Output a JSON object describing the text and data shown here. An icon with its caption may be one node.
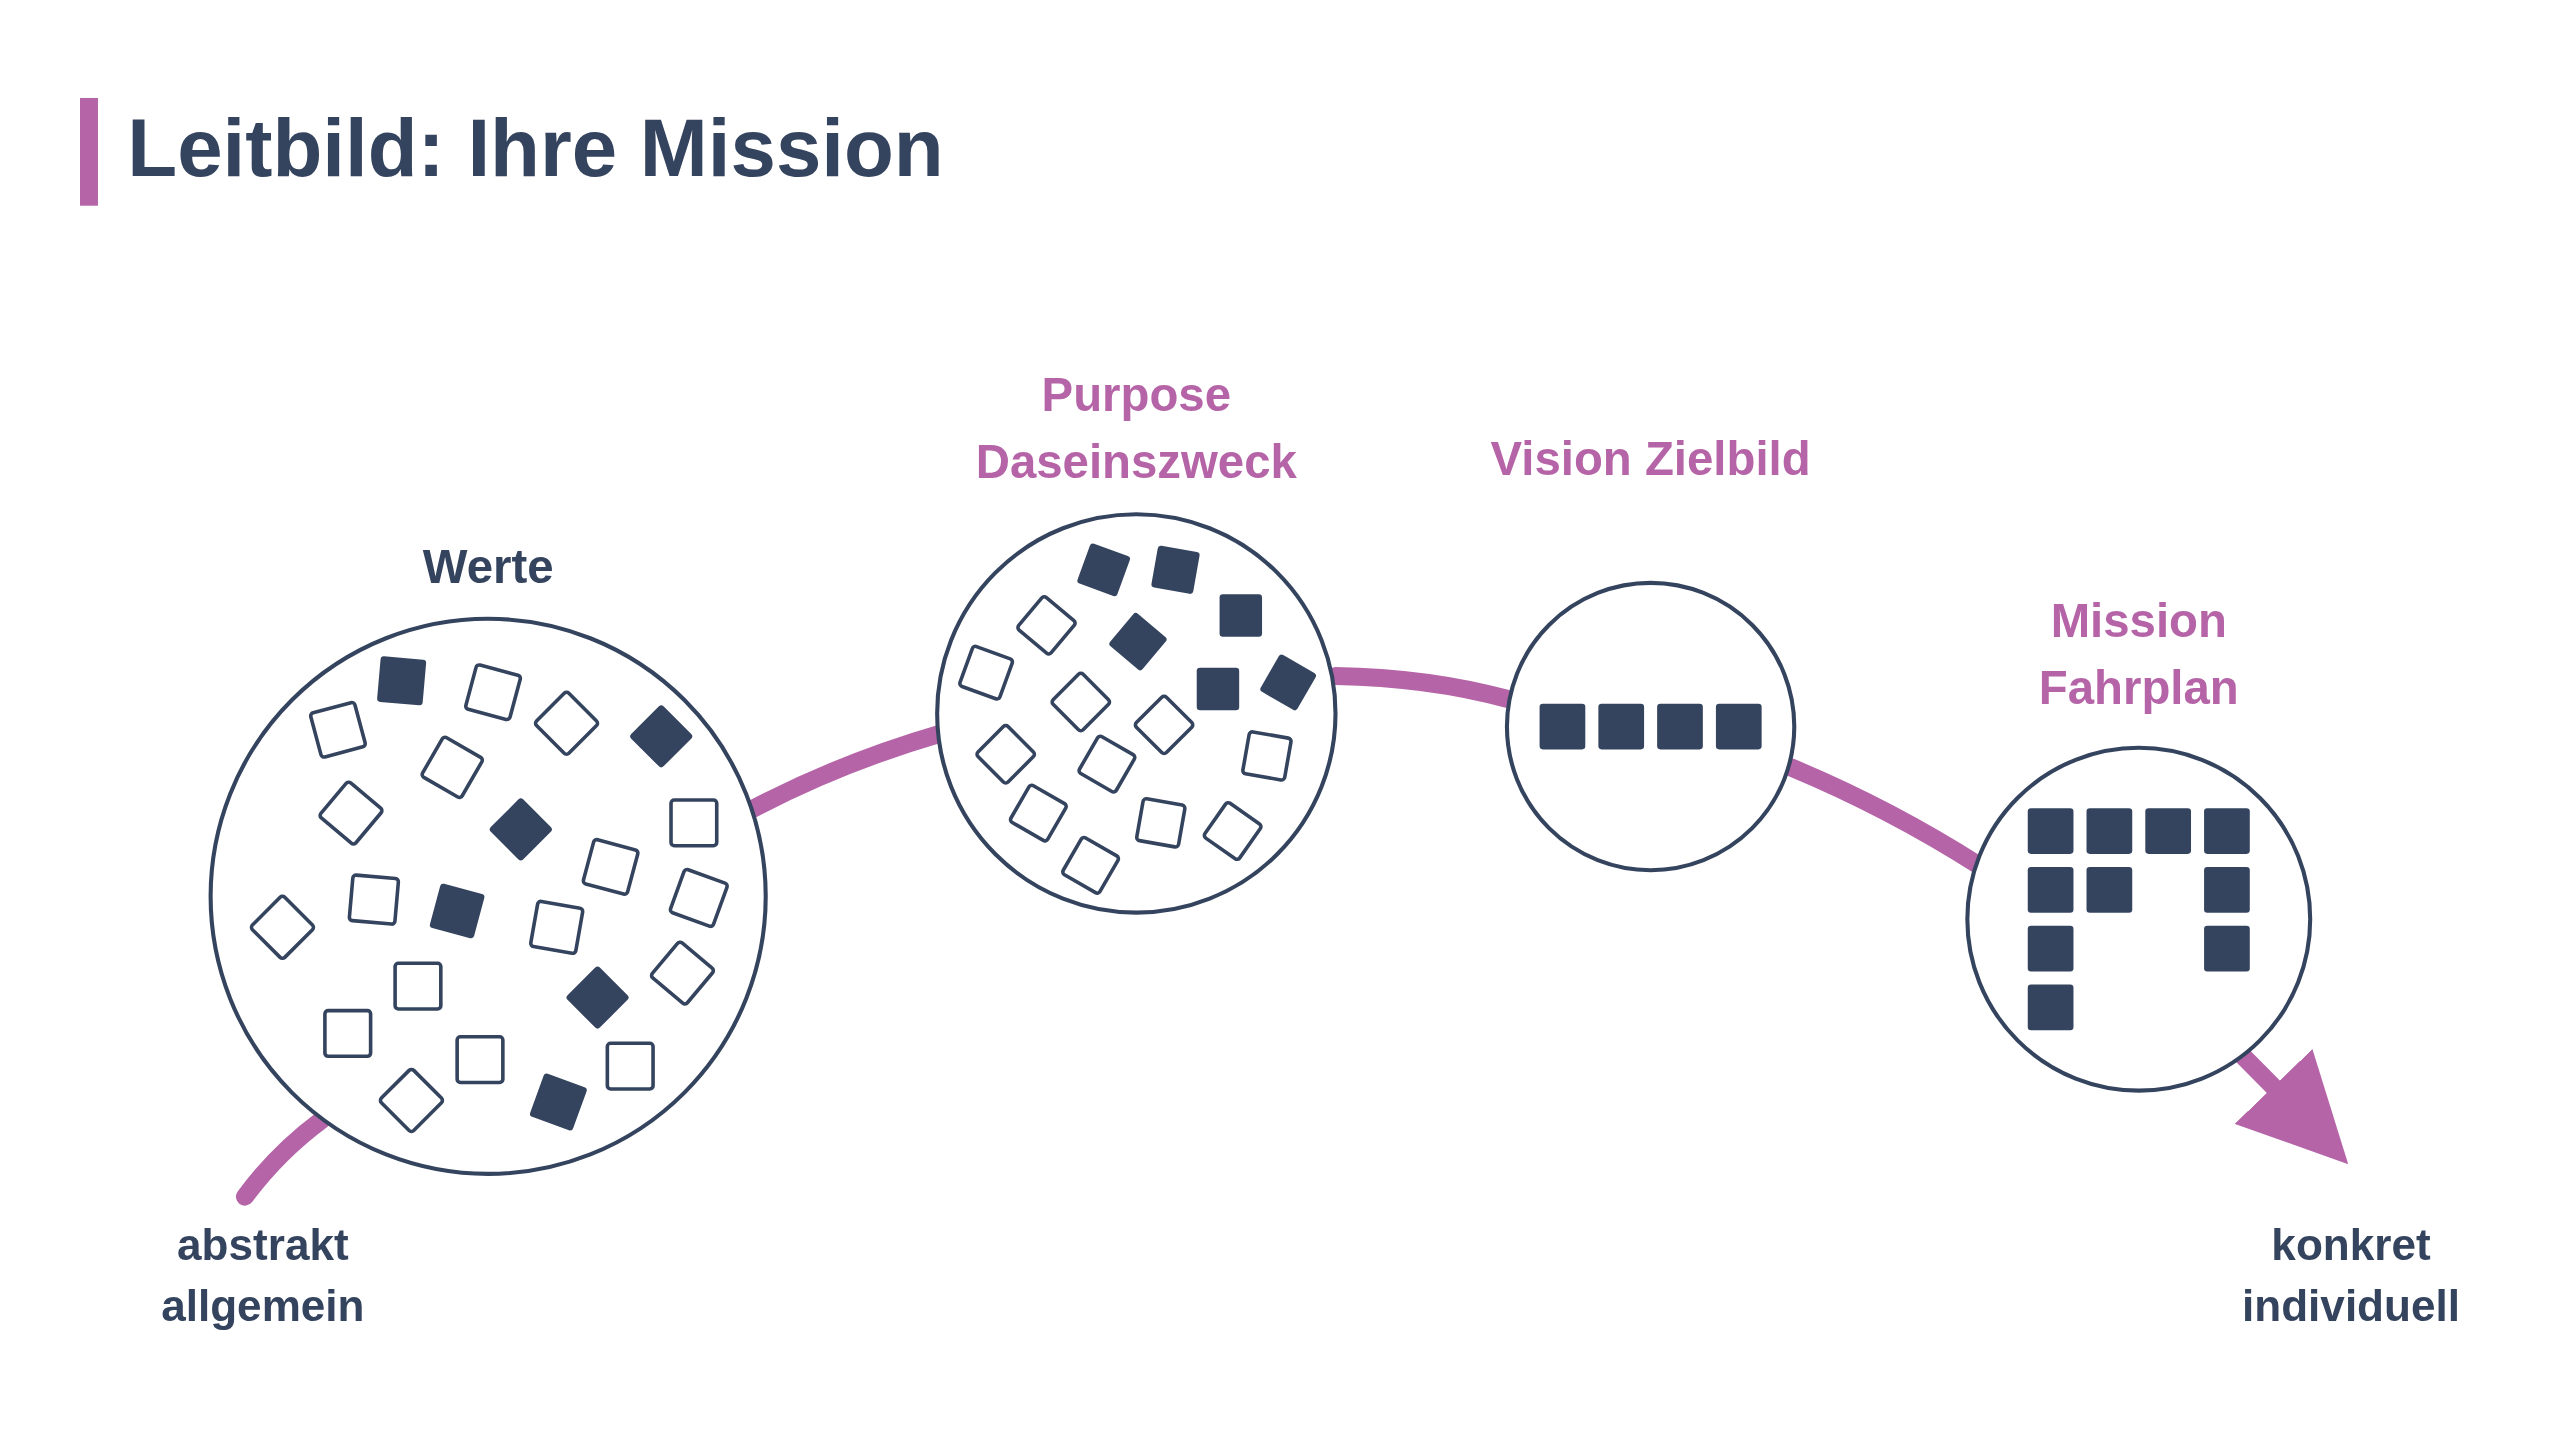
{
  "diagram": {
    "title": "Leitbild: Ihre Mission",
    "nodes": [
      {
        "text": [
          "Werte"
        ]
      },
      {
        "text": [
          "Purpose Daseinszweck"
        ]
      },
      {
        "text": [
          "Vision Zielbild"
        ]
      },
      {
        "text": [
          "Mission Fahrplan"
        ]
      }
    ],
    "edges": [
      {
        "from": null,
        "to": 0,
        "arrow": "none"
      },
      {
        "from": 0,
        "to": 1,
        "arrow": "none"
      },
      {
        "from": 1,
        "to": 2,
        "arrow": "none"
      },
      {
        "from": 2,
        "to": 3,
        "arrow": "none"
      },
      {
        "from": 3,
        "to": null,
        "arrow": "to"
      }
    ],
    "labels": [
      "abstrakt allgemein",
      "konkret individuell"
    ]
  }
}
